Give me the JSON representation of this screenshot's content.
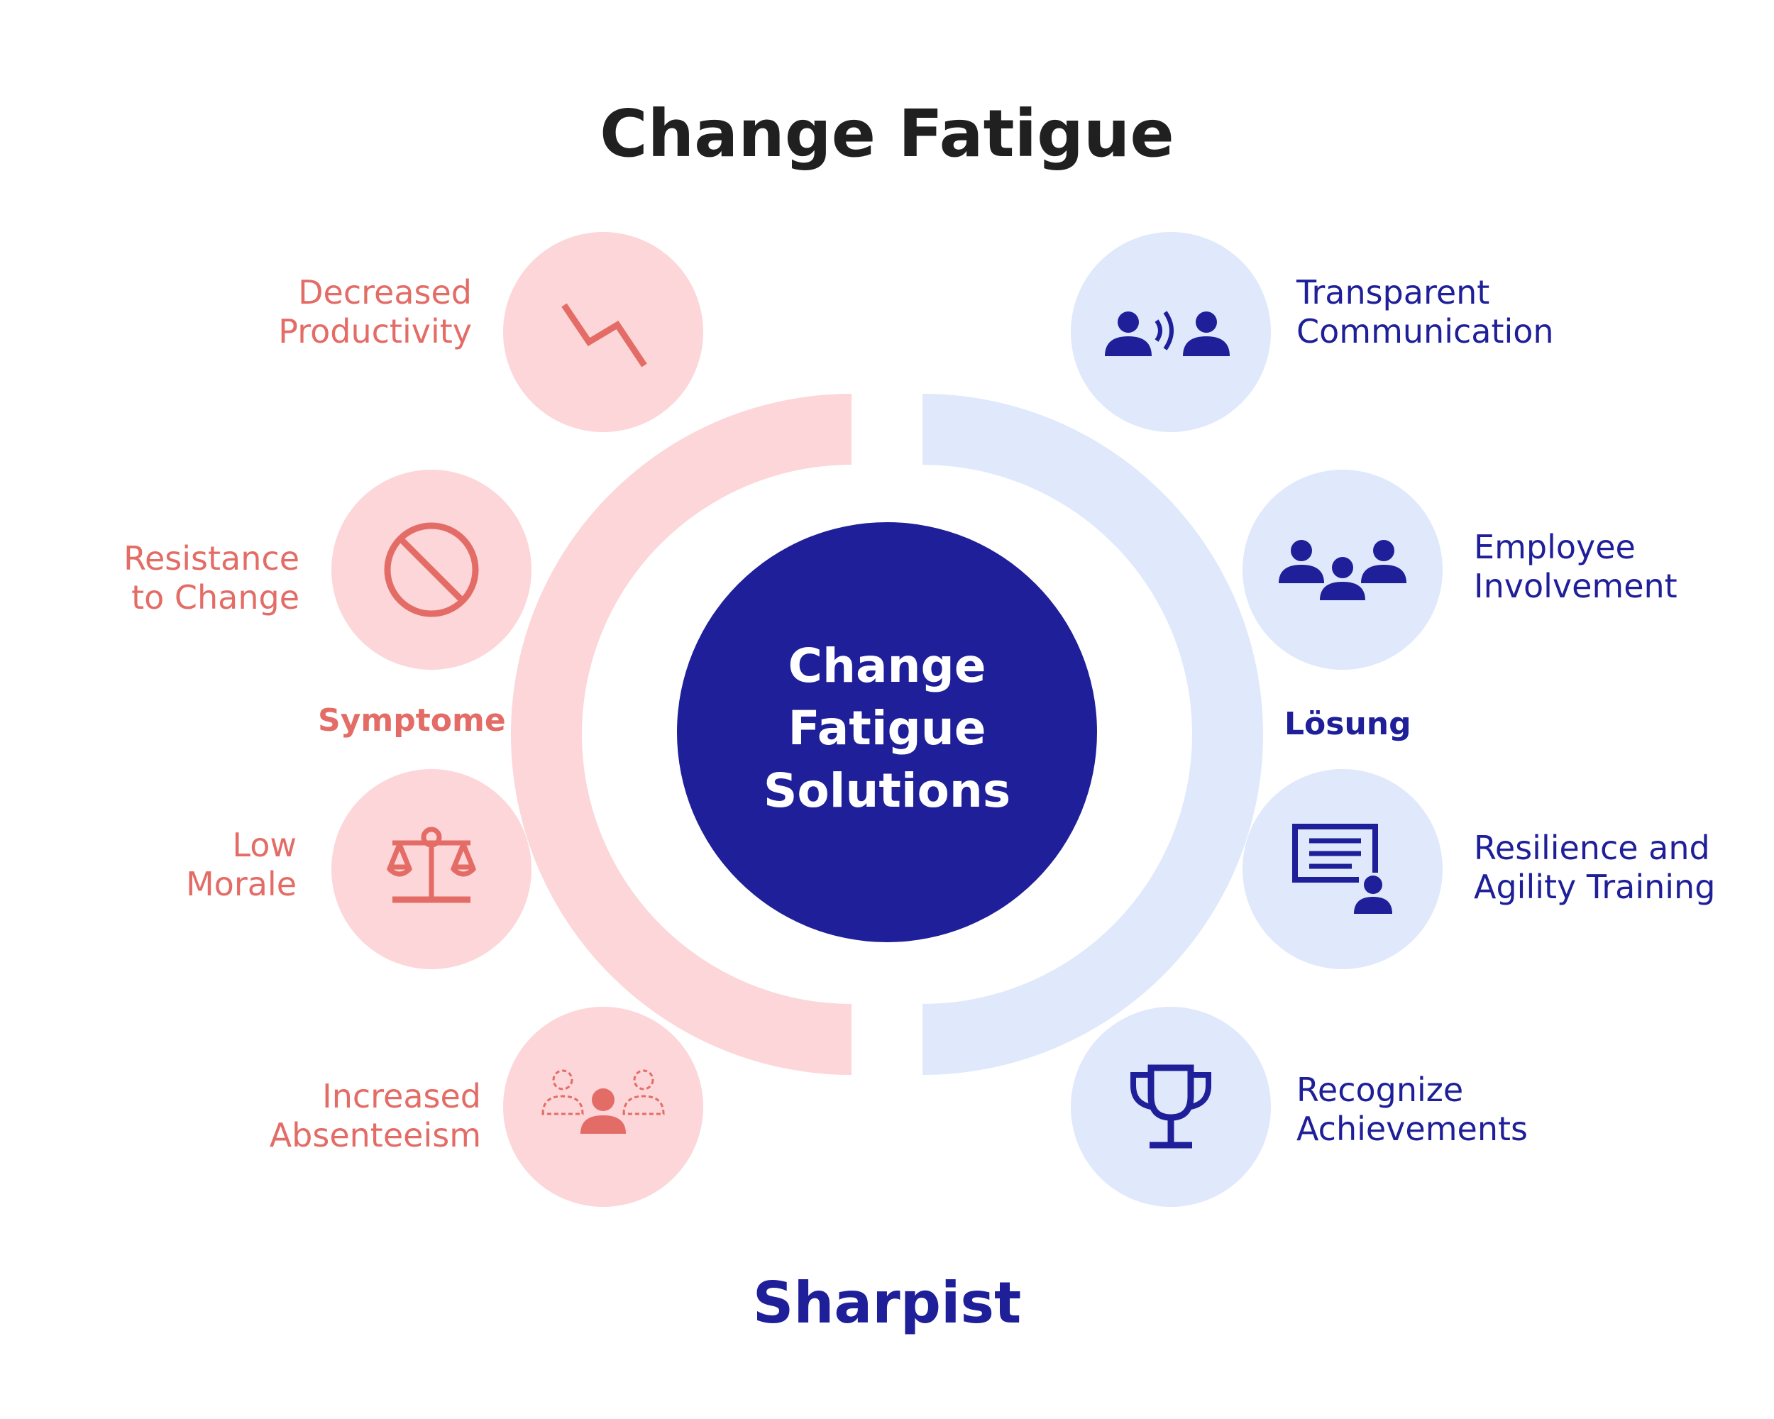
{
  "title": "Change Fatigue",
  "center": {
    "lines": [
      "Change",
      "Fatigue",
      "Solutions"
    ]
  },
  "groups": {
    "left_label": "Symptome",
    "right_label": "Lösung"
  },
  "symptoms": [
    {
      "line1": "Decreased",
      "line2": "Productivity",
      "icon": "decline-arrow-icon"
    },
    {
      "line1": "Resistance",
      "line2": "to Change",
      "icon": "prohibited-icon"
    },
    {
      "line1": "Low",
      "line2": "Morale",
      "icon": "balance-scale-icon"
    },
    {
      "line1": "Increased",
      "line2": "Absenteeism",
      "icon": "absent-people-icon"
    }
  ],
  "solutions": [
    {
      "line1": "Transparent",
      "line2": "Communication",
      "icon": "people-talking-icon"
    },
    {
      "line1": "Employee",
      "line2": "Involvement",
      "icon": "group-icon"
    },
    {
      "line1": "Resilience and",
      "line2": "Agility Training",
      "icon": "training-board-icon"
    },
    {
      "line1": "Recognize",
      "line2": "Achievements",
      "icon": "trophy-icon"
    }
  ],
  "brand": "Sharpist",
  "colors": {
    "symptom_fill": "#fcd6d8",
    "symptom_ink": "#e46c66",
    "solution_fill": "#dfe9fb",
    "solution_ink": "#1e1f99",
    "center_fill": "#1e1f99",
    "title_ink": "#202020"
  }
}
